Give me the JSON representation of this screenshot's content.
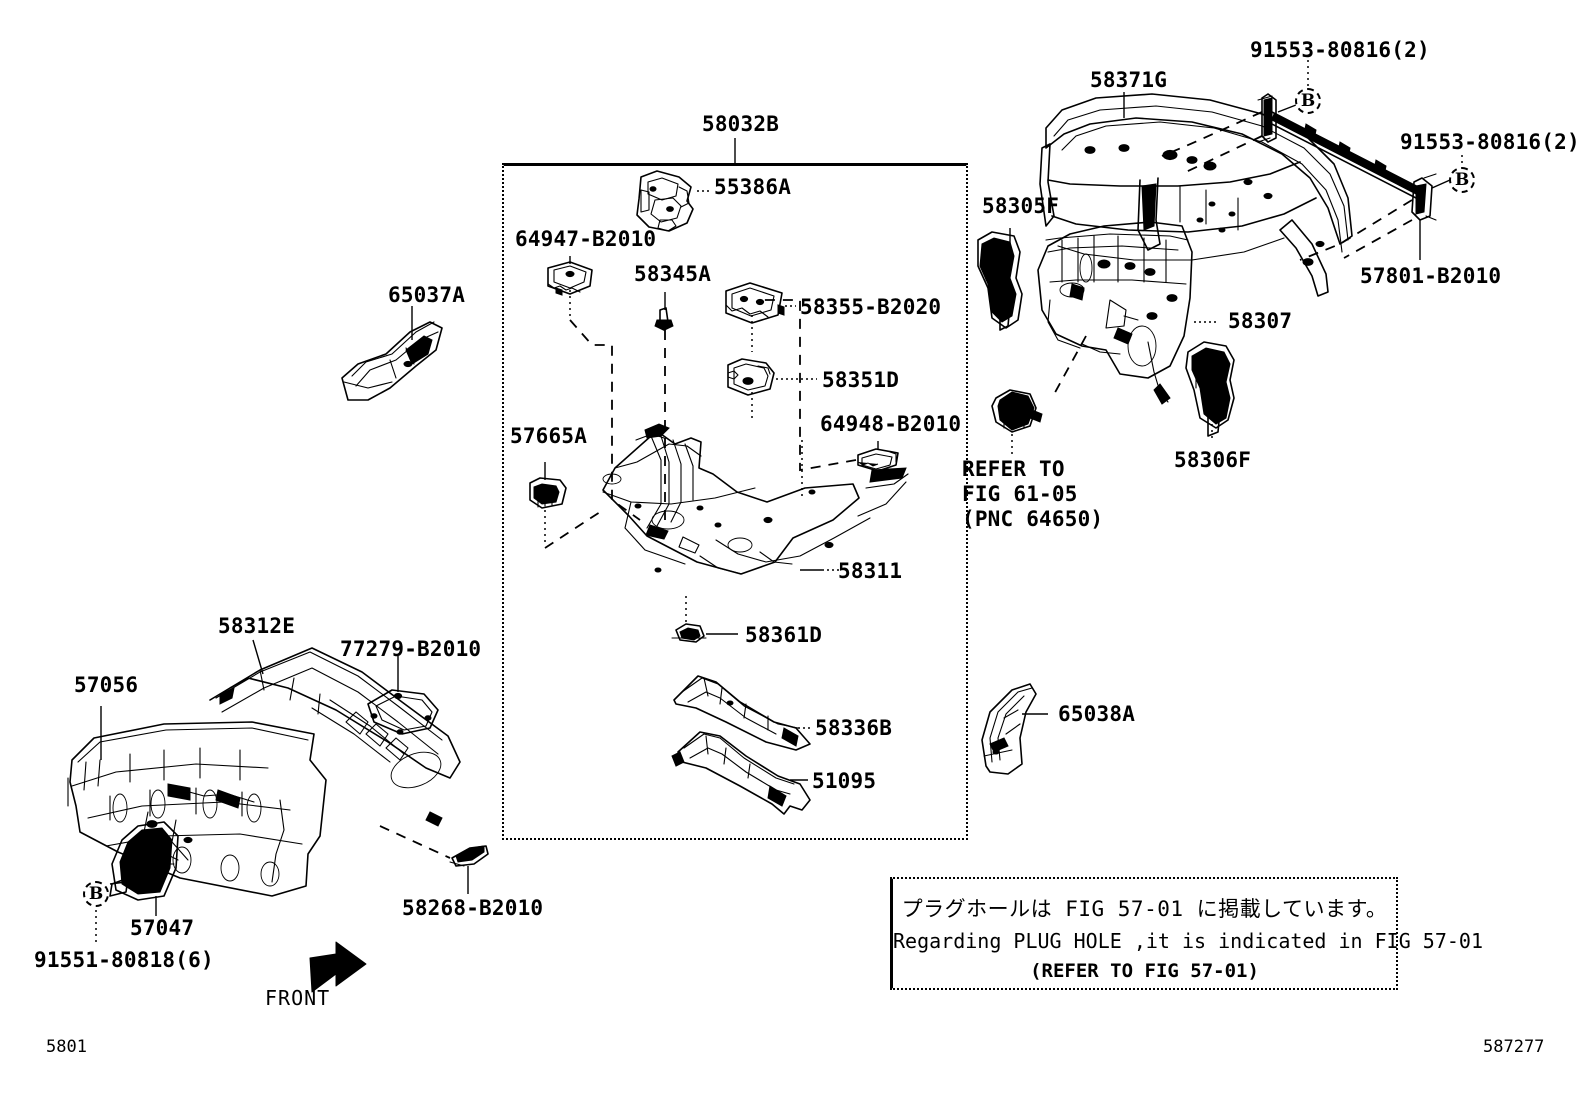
{
  "diagram": {
    "figure_number_left": "5801",
    "figure_code_right": "587277",
    "front_arrow_label": "FRONT",
    "group_box_label": "58032B"
  },
  "note_box": {
    "line_jp": "プラグホールは FIG 57-01 に掲載しています。",
    "line_en": "Regarding PLUG HOLE ,it is indicated in FIG 57-01",
    "line_refer": "(REFER TO FIG 57-01)"
  },
  "refer_note": {
    "line1": "REFER TO",
    "line2": "FIG 61-05",
    "line3": "(PNC 64650)"
  },
  "callouts": [
    {
      "id": "c-58032B",
      "text": "58032B"
    },
    {
      "id": "c-55386A",
      "text": "55386A"
    },
    {
      "id": "c-64947-B2010",
      "text": "64947-B2010"
    },
    {
      "id": "c-58345A",
      "text": "58345A"
    },
    {
      "id": "c-58355-B2020",
      "text": "58355-B2020"
    },
    {
      "id": "c-58351D",
      "text": "58351D"
    },
    {
      "id": "c-64948-B2010",
      "text": "64948-B2010"
    },
    {
      "id": "c-57665A",
      "text": "57665A"
    },
    {
      "id": "c-58311",
      "text": "58311"
    },
    {
      "id": "c-58361D",
      "text": "58361D"
    },
    {
      "id": "c-58336B",
      "text": "58336B"
    },
    {
      "id": "c-51095",
      "text": "51095"
    },
    {
      "id": "c-65037A",
      "text": "65037A"
    },
    {
      "id": "c-65038A",
      "text": "65038A"
    },
    {
      "id": "c-58312E",
      "text": "58312E"
    },
    {
      "id": "c-77279-B2010",
      "text": "77279-B2010"
    },
    {
      "id": "c-57056",
      "text": "57056"
    },
    {
      "id": "c-57047",
      "text": "57047"
    },
    {
      "id": "c-91551-80818",
      "text": "91551-80818(6)"
    },
    {
      "id": "c-58268-B2010",
      "text": "58268-B2010"
    },
    {
      "id": "c-58371G",
      "text": "58371G"
    },
    {
      "id": "c-91553-80816-1",
      "text": "91553-80816(2)"
    },
    {
      "id": "c-91553-80816-2",
      "text": "91553-80816(2)"
    },
    {
      "id": "c-57801-B2010",
      "text": "57801-B2010"
    },
    {
      "id": "c-58305F",
      "text": "58305F"
    },
    {
      "id": "c-58307",
      "text": "58307"
    },
    {
      "id": "c-58306F",
      "text": "58306F"
    }
  ],
  "markers": [
    {
      "id": "m-b-topleft",
      "text": "B"
    },
    {
      "id": "m-b-topright",
      "text": "B"
    },
    {
      "id": "m-b-bottom",
      "text": "B"
    }
  ],
  "colors": {
    "ink": "#000000",
    "paper": "#ffffff"
  }
}
